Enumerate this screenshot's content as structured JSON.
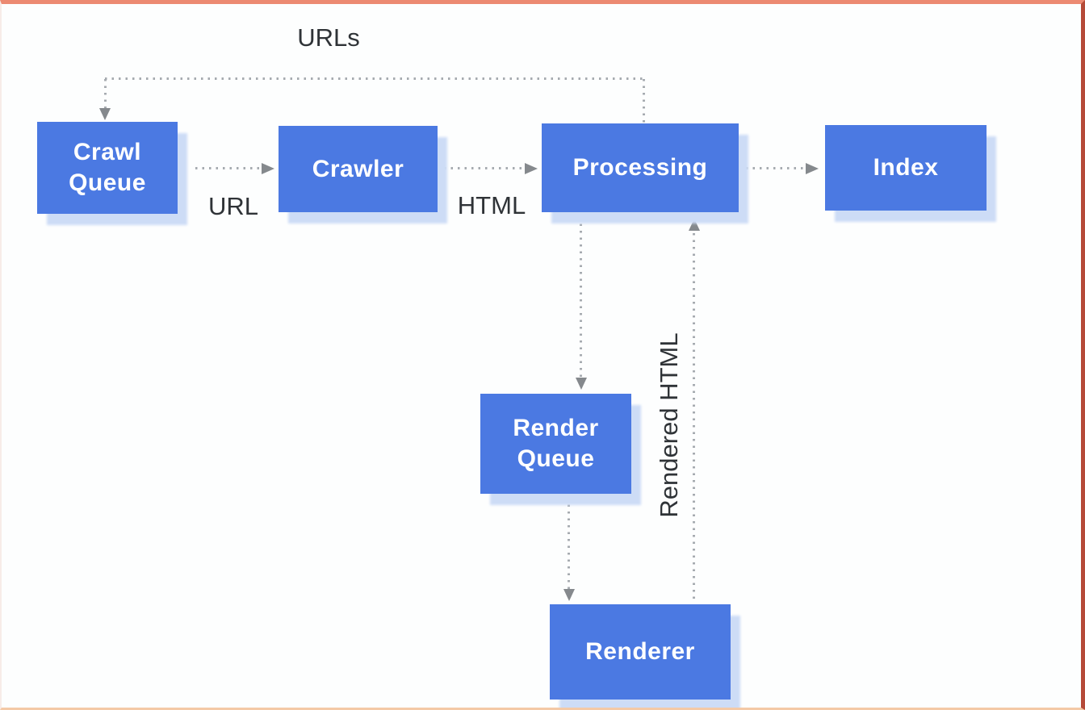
{
  "diagram": {
    "description": "Crawl and render pipeline flowchart",
    "nodes": {
      "crawl_queue": {
        "label": "Crawl\nQueue"
      },
      "crawler": {
        "label": "Crawler"
      },
      "processing": {
        "label": "Processing"
      },
      "index": {
        "label": "Index"
      },
      "render_queue": {
        "label": "Render\nQueue"
      },
      "renderer": {
        "label": "Renderer"
      }
    },
    "edge_labels": {
      "urls": "URLs",
      "url": "URL",
      "html": "HTML",
      "rendered_html": "Rendered HTML"
    },
    "edges": [
      {
        "from": "processing",
        "to": "crawl_queue",
        "label": "URLs",
        "style": "dotted"
      },
      {
        "from": "crawl_queue",
        "to": "crawler",
        "label": "URL",
        "style": "dotted"
      },
      {
        "from": "crawler",
        "to": "processing",
        "label": "HTML",
        "style": "dotted"
      },
      {
        "from": "processing",
        "to": "index",
        "label": "",
        "style": "dotted"
      },
      {
        "from": "processing",
        "to": "render_queue",
        "label": "",
        "style": "dotted"
      },
      {
        "from": "render_queue",
        "to": "renderer",
        "label": "",
        "style": "dotted"
      },
      {
        "from": "renderer",
        "to": "processing",
        "label": "Rendered HTML",
        "style": "dotted"
      }
    ],
    "colors": {
      "node_fill": "#4b79e2",
      "node_text": "#ffffff",
      "node_shadow": "#cddcf6",
      "connector": "#a6abb0",
      "arrowhead": "#85898d",
      "label_text": "#2f3337",
      "frame_top": "#ec8a72",
      "frame_right": "#b54a38",
      "frame_bottom": "#f4c9a6",
      "frame_left": "#f7ece8",
      "background": "#fdfefe"
    }
  }
}
